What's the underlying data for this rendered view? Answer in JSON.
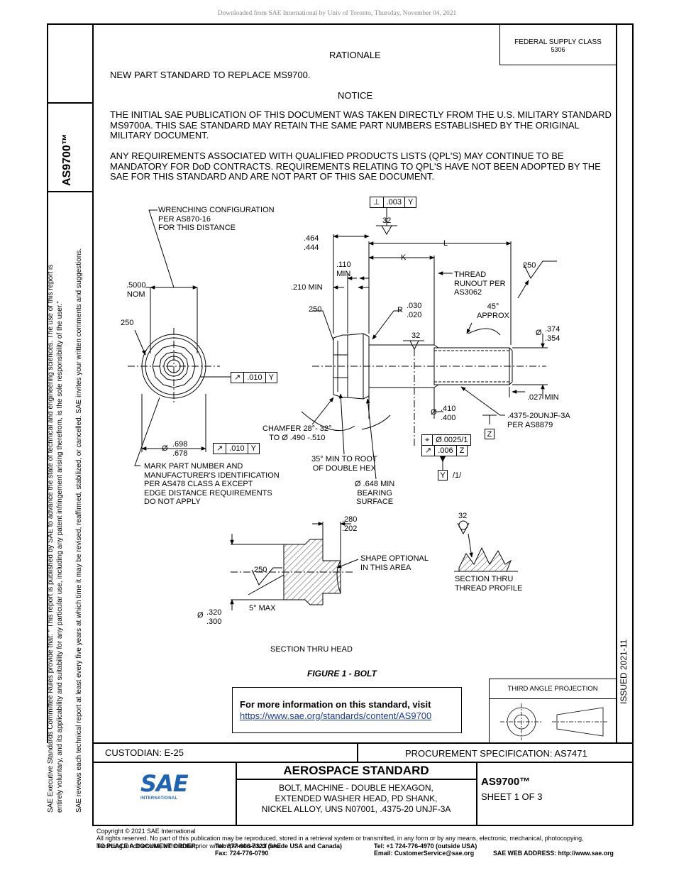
{
  "download_note": "Downloaded from SAE International by Univ of Toronto, Thursday, November 04, 2021",
  "federal_supply": {
    "line1": "FEDERAL SUPPLY CLASS",
    "line2": "5306"
  },
  "sidebar": {
    "doc_id": "AS9700™",
    "issued": "ISSUED 2021-11",
    "disclaimer_line1": "SAE Executive Standards Committee Rules provide that: “  This report is published by SAE to advance the state of technical and engineering sciences. The use of this report is",
    "disclaimer_line2": "entirely voluntary, and its applicability and suitability for any particular use, including any patent infringement arising therefrom, is the sole responsibility of the user.”",
    "disclaimer_line3": "SAE reviews each technical report at least every five years at which time it may be revised, reaffirmed, stabilized, or cancelled. SAE invites your written comments and suggestions."
  },
  "rationale": {
    "heading": "RATIONALE",
    "text": "NEW PART STANDARD TO REPLACE MS9700.",
    "notice_heading": "NOTICE",
    "notice_p1": [
      "THE INITIAL SAE PUBLICATION OF THIS DOCUMENT WAS TAKEN DIRECTLY FROM THE U.S. MILITARY STANDARD",
      "MS9700A. THIS SAE STANDARD MAY RETAIN THE SAME PART NUMBERS ESTABLISHED BY THE ORIGINAL",
      "MILITARY DOCUMENT."
    ],
    "notice_p2": [
      "ANY REQUIREMENTS ASSOCIATED WITH QUALIFIED PRODUCTS LISTS (QPL'S) MAY CONTINUE TO BE",
      "MANDATORY FOR DoD CONTRACTS. REQUIREMENTS RELATING TO QPL'S HAVE NOT BEEN ADOPTED BY THE",
      "SAE FOR THIS STANDARD AND ARE NOT PART OF THIS SAE DOCUMENT."
    ]
  },
  "drawing": {
    "wrenching": [
      "WRENCHING CONFIGURATION",
      "PER AS870-16",
      "FOR THIS DISTANCE"
    ],
    "d_5000": [
      ".5000",
      "NOM"
    ],
    "d_250a": "250",
    "d_464": [
      ".464",
      ".444"
    ],
    "d_110": [
      ".110",
      "MIN"
    ],
    "d_210": ".210 MIN",
    "d_250b": "250",
    "d_R": "R",
    "d_030": [
      ".030",
      ".020"
    ],
    "fcf_top": {
      "sym": "⊥",
      "val": ".003",
      "datum": "Y"
    },
    "d_32a": "32",
    "d_L": "L",
    "d_K": "K",
    "thread_runout": [
      "THREAD",
      "RUNOUT PER",
      "AS3062"
    ],
    "d_45": [
      "45°",
      "APPROX"
    ],
    "d_250c": "250",
    "d_32b": "32",
    "d_374_prefix": "Ø",
    "d_374": [
      ".374",
      ".354"
    ],
    "d_027": ".027 MIN",
    "fcf_010a": {
      "sym": "↗",
      "val": ".010",
      "datum": "Y"
    },
    "d_410_prefix": "Ø",
    "d_410": [
      ".410",
      ".400"
    ],
    "thread_spec": [
      ".4375-20UNJF-3A",
      "PER AS8879"
    ],
    "datum_Z": "Z",
    "chamfer": [
      "CHAMFER 28°- 32°",
      "TO Ø .490 -.510"
    ],
    "fcf_pos": {
      "sym": "⌖",
      "val": "Ø.0025/1"
    },
    "fcf_006": {
      "sym": "↗",
      "val": ".006",
      "datum": "Z"
    },
    "d_698_prefix": "Ø",
    "d_698": [
      ".698",
      ".678"
    ],
    "fcf_010b": {
      "sym": "↗",
      "val": ".010",
      "datum": "Y"
    },
    "min_root": [
      "35° MIN TO ROOT",
      "OF DOUBLE HEX"
    ],
    "datum_Y": "Y",
    "note_1": "/1/",
    "mark_note": [
      "MARK PART NUMBER AND",
      "MANUFACTURER'S IDENTIFICATION",
      "PER AS478 CLASS A EXCEPT",
      "EDGE DISTANCE REQUIREMENTS",
      "DO NOT APPLY"
    ],
    "bearing": [
      "Ø .648 MIN",
      "BEARING",
      "SURFACE"
    ],
    "d_280": [
      ".280",
      ".202"
    ],
    "d_32c": "32",
    "shape_optional": [
      "SHAPE OPTIONAL",
      "IN THIS AREA"
    ],
    "d_250d": "250",
    "d_5max": "5° MAX",
    "d_320_prefix": "Ø",
    "d_320": [
      ".320",
      ".300"
    ],
    "section_thread": [
      "SECTION THRU",
      "THREAD PROFILE"
    ],
    "section_head": "SECTION THRU HEAD",
    "figure_caption": "FIGURE 1 - BOLT"
  },
  "info_box": {
    "text": "For more information on this standard, visit",
    "link": "https://www.sae.org/standards/content/AS9700"
  },
  "projection": {
    "label": "THIRD ANGLE PROJECTION"
  },
  "title_block": {
    "custodian": "CUSTODIAN: E-25",
    "procurement": "PROCUREMENT SPECIFICATION: AS7471",
    "logo_text": "SAE",
    "logo_sub": "INTERNATIONAL",
    "heading": "AEROSPACE STANDARD",
    "desc": [
      "BOLT, MACHINE - DOUBLE HEXAGON,",
      "EXTENDED WASHER HEAD, PD SHANK,",
      "NICKEL ALLOY, UNS N07001, .4375-20 UNJF-3A"
    ],
    "doc_id": "AS9700™",
    "sheet": "SHEET 1 OF 3"
  },
  "footer": {
    "copyright": "Copyright © 2021 SAE International",
    "rights1": "All rights reserved. No part of this publication may be reproduced, stored in a retrieval system or transmitted, in any form or by any means, electronic, mechanical, photocopying,",
    "rights2": "recording, or otherwise, without the prior written permission of SAE.",
    "order_label": "TO PLACE A DOCUMENT ORDER:",
    "tel_usa": "Tel: 877-606-7323 (inside USA and Canada)",
    "fax": "Fax: 724-776-0790",
    "tel_out": "Tel: +1 724-776-4970 (outside USA)",
    "email": "Email: CustomerService@sae.org",
    "web": "SAE WEB ADDRESS: http://www.sae.org"
  },
  "colors": {
    "sae_blue": "#1e63b4",
    "link": "#1a3aa8",
    "watermark": "#888888"
  }
}
